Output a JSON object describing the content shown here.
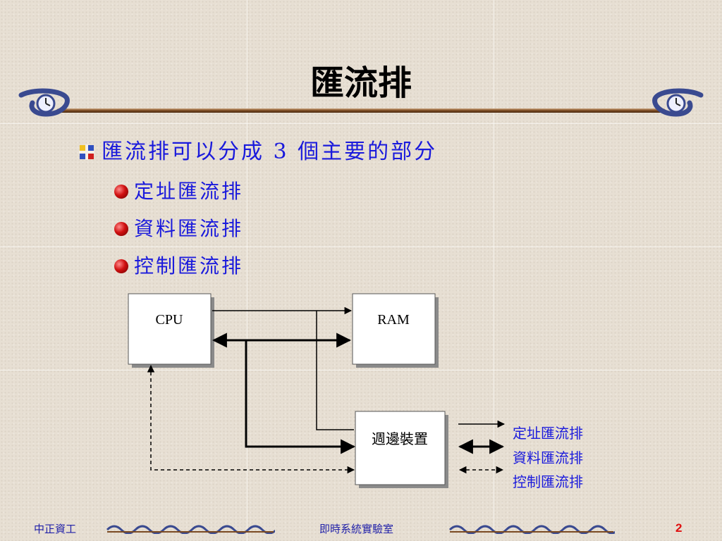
{
  "slide": {
    "title": "匯流排",
    "bullet_main": "匯流排可以分成 3 個主要的部分",
    "sub_bullets": [
      "定址匯流排",
      "資料匯流排",
      "控制匯流排"
    ]
  },
  "diagram": {
    "nodes": {
      "cpu": "CPU",
      "ram": "RAM",
      "peripheral": "週邊裝置"
    },
    "legend": [
      "定址匯流排",
      "資料匯流排",
      "控制匯流排"
    ]
  },
  "footer": {
    "left": "中正資工",
    "center": "即時系統實驗室",
    "page": "2"
  },
  "colors": {
    "text_blue": "#1a1adc",
    "title": "#000000",
    "page_number": "#e01010",
    "footer_blue": "#2020a8",
    "background": "#e7dfd3"
  },
  "icons": [
    "clock-scroll-icon",
    "square-bullet-icon",
    "red-ball-bullet-icon",
    "scroll-ornament-icon"
  ]
}
